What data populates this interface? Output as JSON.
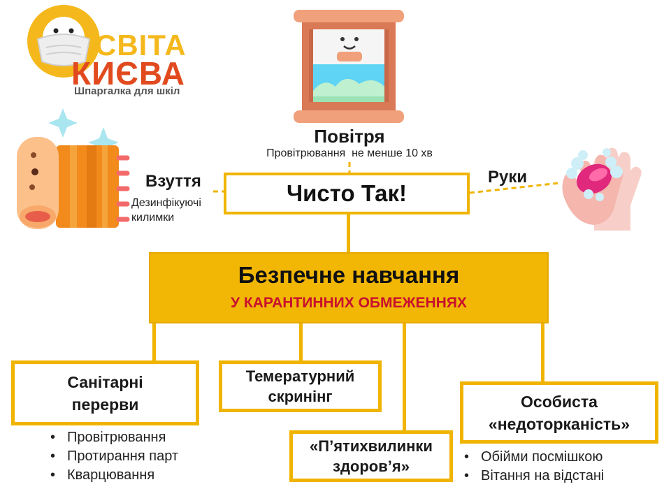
{
  "logo": {
    "line1": "СВІТА",
    "line2": "КИЄВА",
    "tagline": "Шпаргалка для шкіл",
    "colors": {
      "top": "#f5b81c",
      "bottom": "#e14a1e",
      "tagline": "#555555"
    }
  },
  "air": {
    "title": "Повітря",
    "subtitle": "Провітрювання  не менше 10 хв",
    "icon": "window-icon"
  },
  "shoes": {
    "title": "Взуття",
    "subtitle_line1": "Дезинфікуючі",
    "subtitle_line2": "килимки",
    "icon": "doormat-icon"
  },
  "hands": {
    "title": "Руки",
    "icon": "handwash-icon"
  },
  "center": {
    "title": "Чисто Так!"
  },
  "main": {
    "title": "Безпечне навчання",
    "subtitle": "У КАРАНТИННИХ ОБМЕЖЕННЯХ"
  },
  "nodes": {
    "sanitary": {
      "line1": "Санітарні",
      "line2": "перерви",
      "items": [
        "Провітрювання",
        "Протирання парт",
        "Кварцювання"
      ]
    },
    "screening": {
      "line1": "Темературний",
      "line2": "скринінг"
    },
    "health": {
      "line1": "«П’ятихвилинки",
      "line2": "здоров’я»"
    },
    "personal": {
      "line1": "Особиста",
      "line2": "«недоторканість»",
      "items": [
        "Обійми посмішкою",
        "Вітання на відстані"
      ]
    }
  },
  "colors": {
    "accent": "#f0b400",
    "main_fill": "#f2b705",
    "subtitle_red": "#c8102e"
  }
}
